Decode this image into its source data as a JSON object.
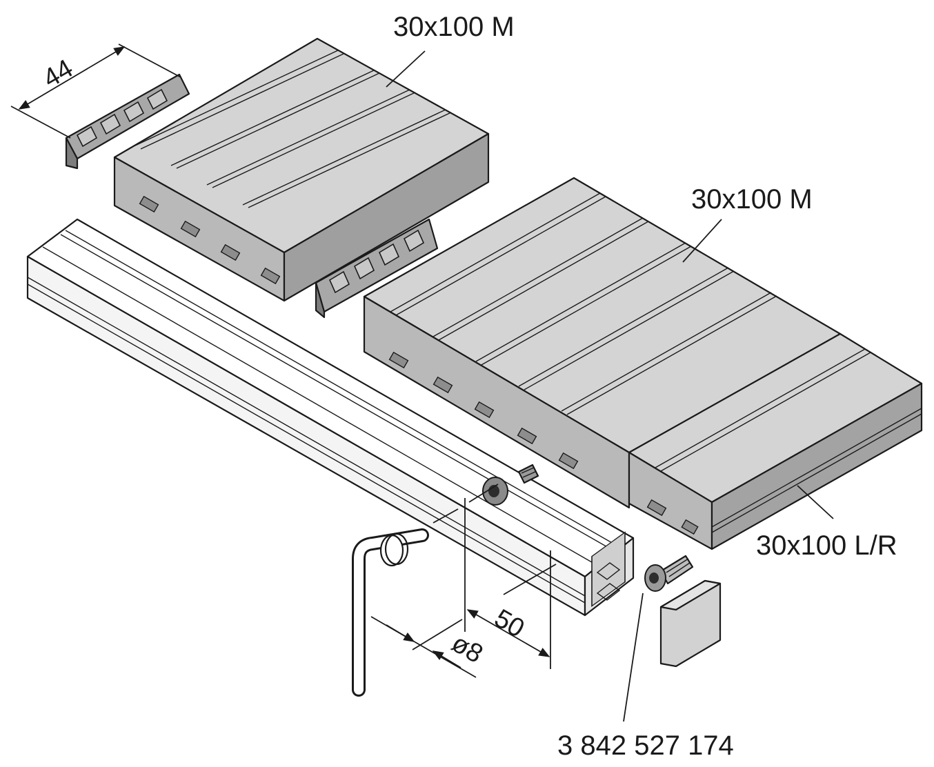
{
  "labels": {
    "profile_top": "30x100 M",
    "profile_middle": "30x100 M",
    "profile_end": "30x100 L/R",
    "screw_part_number": "3 842 527 174"
  },
  "dimensions": {
    "connector_width": "44",
    "spacing": "50",
    "diameter": "ø8"
  },
  "colors": {
    "profile_top": "#d4d4d4",
    "profile_side": "#b9b9b9",
    "profile_dark": "#8d8d8d",
    "line": "#1a1a1a",
    "rail": "#ffffff"
  }
}
